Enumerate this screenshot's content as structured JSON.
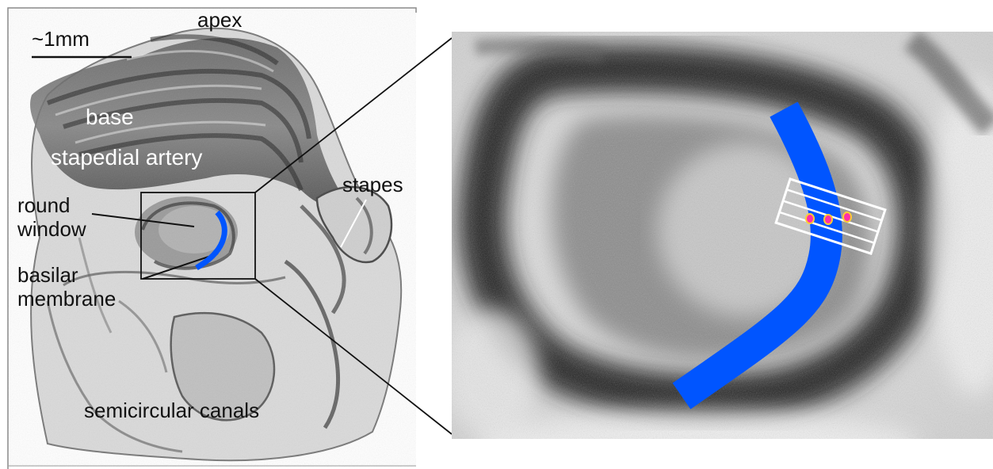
{
  "labels": {
    "scale": "~1mm",
    "apex": "apex",
    "base": "base",
    "stapedial_artery": "stapedial artery",
    "stapes": "stapes",
    "round_window_1": "round",
    "round_window_2": "window",
    "basilar_membrane_1": "basilar",
    "basilar_membrane_2": "membrane",
    "semicircular_canals": "semicircular canals"
  },
  "colors": {
    "basilar_membrane": "#0055ff",
    "marker_fill": "#ff2fa8",
    "marker_ring": "#ffcc33",
    "label_text": "#111111",
    "label_on_image": "#ffffff"
  }
}
